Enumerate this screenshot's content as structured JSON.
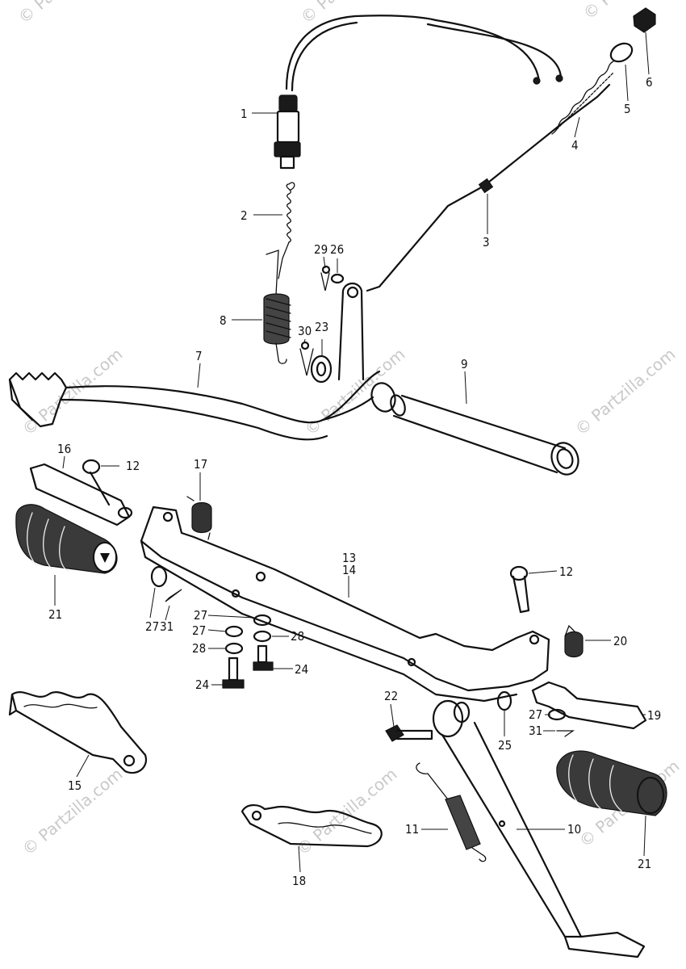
{
  "watermark": "© Partzilla.com",
  "callouts": [
    "1",
    "2",
    "3",
    "4",
    "5",
    "6",
    "7",
    "8",
    "9",
    "29",
    "26",
    "30",
    "23",
    "16",
    "12",
    "17",
    "13",
    "14",
    "21",
    "27",
    "31",
    "28",
    "24",
    "20",
    "22",
    "25",
    "19",
    "15",
    "11",
    "10",
    "18"
  ]
}
